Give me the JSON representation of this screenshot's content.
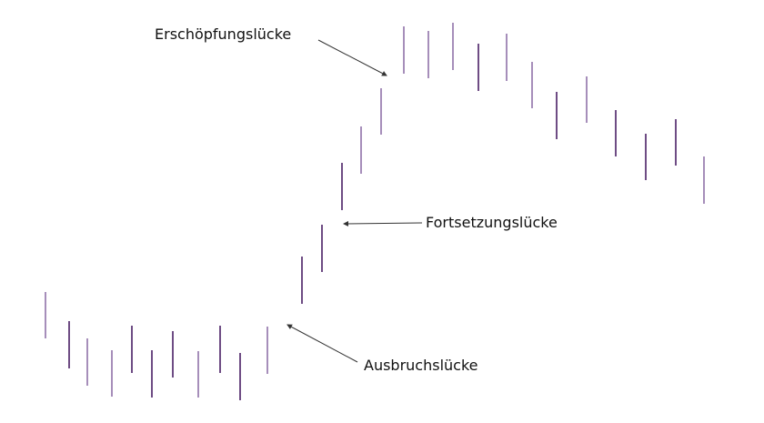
{
  "labels": {
    "exhaustion_gap": "Erschöpfungslücke",
    "continuation_gap": "Fortsetzungslücke",
    "breakaway_gap": "Ausbruchslücke"
  },
  "colors": {
    "bar_light": "#8f72a8",
    "bar_dark": "#4a1f66",
    "arrow": "#333333"
  }
}
